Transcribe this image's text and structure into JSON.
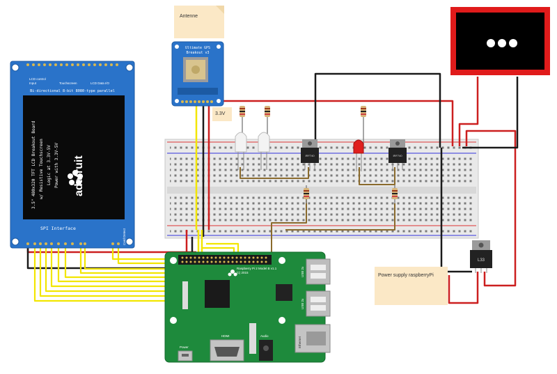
{
  "notes": {
    "antenne": "Antenne",
    "v33": "3.3V",
    "power_supply": "Power supply raspberryPi"
  },
  "gps": {
    "title": "Ultimate GPS",
    "subtitle": "Breakout v3"
  },
  "tft": {
    "top_caption": "Bi-directional 8-bit 8080-type parallel",
    "lcd_data": "LCD Data I/O",
    "lcd_control": "LCD control",
    "input": "Input",
    "touchscreen": "Touchscreen",
    "brand": "adafruit",
    "desc_line1": "3.5\" 480x320 TFT LCD Breakout Board",
    "desc_line2": "w/ Resistive Touchscreen",
    "desc_line3": "Logic at 3.3V-5V",
    "desc_line4": "Power with 3.3V-5V",
    "spi_label": "SPI Interface",
    "card_detect": "Card Detect"
  },
  "display_module": {
    "dots": "●●●"
  },
  "regulator": {
    "label": "L33"
  },
  "mosfet": {
    "label": "IRF740"
  },
  "rpi": {
    "title": "Raspberry Pi 2 Model B v1.1",
    "year": "(c) 2015",
    "usb1": "USB 2x",
    "usb2": "USB 2x",
    "ethernet": "Ethernet",
    "hdmi": "HDMI",
    "audio": "Audio",
    "power": "Power"
  },
  "colors": {
    "wire_red": "#cc1f1f",
    "wire_black": "#1a1a1a",
    "wire_yellow": "#f2e600",
    "wire_brown": "#8a6a2c",
    "pcb_green": "#1e8a3c",
    "adafruit_blue": "#2a73c9"
  }
}
